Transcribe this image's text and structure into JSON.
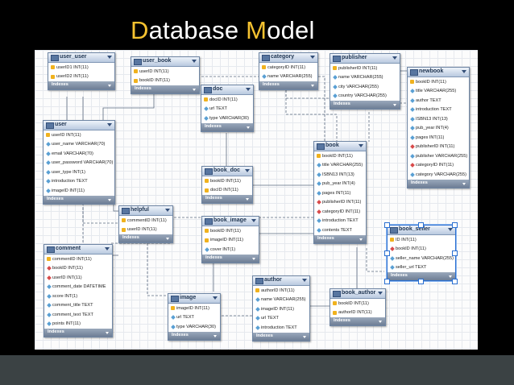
{
  "slide": {
    "title_first_letter": "D",
    "title_part1": "atabase ",
    "title_second_letter": "M",
    "title_part2": "odel"
  },
  "colors": {
    "accent": "#f5c230",
    "background": "#000000",
    "bottom_bar": "#3b4244",
    "header": "#b9c9df"
  },
  "footer_label": "Indexes",
  "tables": [
    {
      "id": "user_user",
      "name": "user_user",
      "cols": [
        {
          "t": "key",
          "text": "userID1 INT(11)"
        },
        {
          "t": "key",
          "text": "userID2 INT(11)"
        }
      ]
    },
    {
      "id": "user_book",
      "name": "user_book",
      "cols": [
        {
          "t": "key",
          "text": "userID INT(11)"
        },
        {
          "t": "key",
          "text": "bookID INT(11)"
        }
      ]
    },
    {
      "id": "category",
      "name": "category",
      "cols": [
        {
          "t": "key",
          "text": "categoryID INT(11)"
        },
        {
          "t": "col",
          "text": "name VARCHAR(255)"
        }
      ]
    },
    {
      "id": "publisher",
      "name": "publisher",
      "cols": [
        {
          "t": "key",
          "text": "publisherID INT(11)"
        },
        {
          "t": "col",
          "text": "name VARCHAR(255)"
        },
        {
          "t": "col",
          "text": "city VARCHAR(255)"
        },
        {
          "t": "col",
          "text": "country VARCHAR(255)"
        }
      ]
    },
    {
      "id": "newbook",
      "name": "newbook",
      "cols": [
        {
          "t": "key",
          "text": "bookID INT(11)"
        },
        {
          "t": "col",
          "text": "title VARCHAR(255)"
        },
        {
          "t": "col",
          "text": "author TEXT"
        },
        {
          "t": "col",
          "text": "introduction TEXT"
        },
        {
          "t": "col",
          "text": "ISBN13 INT(13)"
        },
        {
          "t": "col",
          "text": "pub_year INT(4)"
        },
        {
          "t": "col",
          "text": "pages INT(11)"
        },
        {
          "t": "fk",
          "text": "publisherID INT(11)"
        },
        {
          "t": "col",
          "text": "publisher VARCHAR(255)"
        },
        {
          "t": "fk",
          "text": "categoryID INT(11)"
        },
        {
          "t": "col",
          "text": "category VARCHAR(255)"
        }
      ]
    },
    {
      "id": "doc",
      "name": "doc",
      "cols": [
        {
          "t": "key",
          "text": "docID INT(11)"
        },
        {
          "t": "col",
          "text": "url TEXT"
        },
        {
          "t": "col",
          "text": "type VARCHAR(30)"
        }
      ]
    },
    {
      "id": "user",
      "name": "user",
      "cols": [
        {
          "t": "key",
          "text": "userID INT(11)"
        },
        {
          "t": "col",
          "text": "user_name VARCHAR(70)"
        },
        {
          "t": "col",
          "text": "email VARCHAR(70)"
        },
        {
          "t": "col",
          "text": "user_password VARCHAR(70)"
        },
        {
          "t": "col",
          "text": "user_type INT(1)"
        },
        {
          "t": "col",
          "text": "introduction TEXT"
        },
        {
          "t": "col",
          "text": "imageID INT(11)"
        }
      ]
    },
    {
      "id": "book",
      "name": "book",
      "cols": [
        {
          "t": "key",
          "text": "bookID INT(11)"
        },
        {
          "t": "col",
          "text": "title VARCHAR(255)"
        },
        {
          "t": "col",
          "text": "ISBN13 INT(13)"
        },
        {
          "t": "col",
          "text": "pub_year INT(4)"
        },
        {
          "t": "col",
          "text": "pages INT(11)"
        },
        {
          "t": "fk",
          "text": "publisherID INT(11)"
        },
        {
          "t": "fk",
          "text": "categoryID INT(11)"
        },
        {
          "t": "col",
          "text": "introduction TEXT"
        },
        {
          "t": "col",
          "text": "contents TEXT"
        }
      ]
    },
    {
      "id": "book_doc",
      "name": "book_doc",
      "cols": [
        {
          "t": "key",
          "text": "bookID INT(11)"
        },
        {
          "t": "key",
          "text": "docID INT(11)"
        }
      ]
    },
    {
      "id": "helpful",
      "name": "helpful",
      "cols": [
        {
          "t": "key",
          "text": "commentID INT(11)"
        },
        {
          "t": "key",
          "text": "userID INT(11)"
        }
      ]
    },
    {
      "id": "book_image",
      "name": "book_image",
      "cols": [
        {
          "t": "key",
          "text": "bookID INT(11)"
        },
        {
          "t": "key",
          "text": "imageID INT(11)"
        },
        {
          "t": "col",
          "text": "cover INT(1)"
        }
      ]
    },
    {
      "id": "book_seller",
      "name": "book_seller",
      "cols": [
        {
          "t": "key",
          "text": "ID INT(11)"
        },
        {
          "t": "fk",
          "text": "bookID INT(11)"
        },
        {
          "t": "col",
          "text": "seller_name VARCHAR(255)"
        },
        {
          "t": "col",
          "text": "seller_url TEXT"
        }
      ]
    },
    {
      "id": "comment",
      "name": "comment",
      "cols": [
        {
          "t": "key",
          "text": "commentID INT(11)"
        },
        {
          "t": "fk",
          "text": "bookID INT(11)"
        },
        {
          "t": "fk",
          "text": "userID INT(11)"
        },
        {
          "t": "col",
          "text": "comment_date DATETIME"
        },
        {
          "t": "col",
          "text": "score INT(1)"
        },
        {
          "t": "col",
          "text": "comment_title TEXT"
        },
        {
          "t": "col",
          "text": "comment_text TEXT"
        },
        {
          "t": "col",
          "text": "points INT(11)"
        }
      ]
    },
    {
      "id": "author",
      "name": "author",
      "cols": [
        {
          "t": "key",
          "text": "authorID INT(11)"
        },
        {
          "t": "col",
          "text": "name VARCHAR(255)"
        },
        {
          "t": "col",
          "text": "imageID INT(11)"
        },
        {
          "t": "col",
          "text": "url TEXT"
        },
        {
          "t": "col",
          "text": "introduction TEXT"
        }
      ]
    },
    {
      "id": "image",
      "name": "image",
      "cols": [
        {
          "t": "key",
          "text": "imageID INT(11)"
        },
        {
          "t": "col",
          "text": "url TEXT"
        },
        {
          "t": "col",
          "text": "type VARCHAR(30)"
        }
      ]
    },
    {
      "id": "book_author",
      "name": "book_author",
      "cols": [
        {
          "t": "key",
          "text": "bookID INT(11)"
        },
        {
          "t": "key",
          "text": "authorID INT(11)"
        }
      ]
    }
  ]
}
